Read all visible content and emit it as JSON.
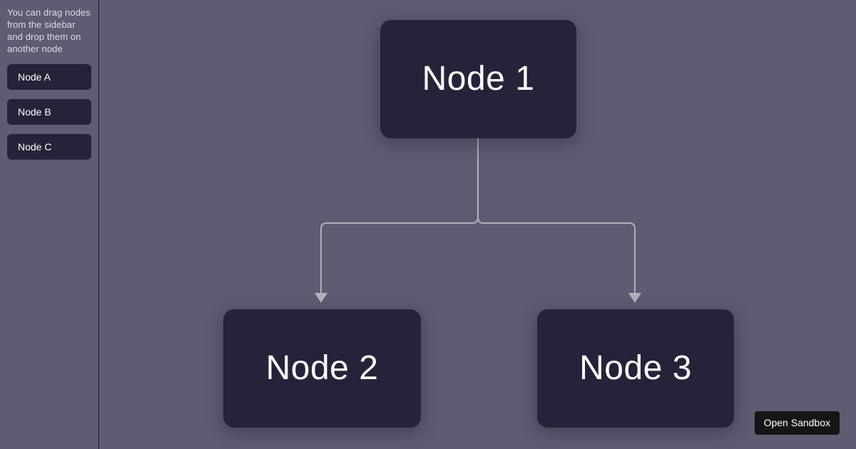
{
  "sidebar": {
    "description": "You can drag nodes from the sidebar and drop them on another node",
    "items": [
      {
        "label": "Node A"
      },
      {
        "label": "Node B"
      },
      {
        "label": "Node C"
      }
    ]
  },
  "canvas": {
    "background_color": "#5d5c73",
    "node_fill_color": "#262239",
    "node_text_color": "#ffffff",
    "edge_color": "#b1b1b7",
    "nodes": [
      {
        "id": "node-1",
        "label": "Node 1"
      },
      {
        "id": "node-2",
        "label": "Node 2"
      },
      {
        "id": "node-3",
        "label": "Node 3"
      }
    ],
    "edges": [
      {
        "source": "node-1",
        "target": "node-2"
      },
      {
        "source": "node-1",
        "target": "node-3"
      }
    ]
  },
  "footer": {
    "open_sandbox_label": "Open Sandbox"
  }
}
